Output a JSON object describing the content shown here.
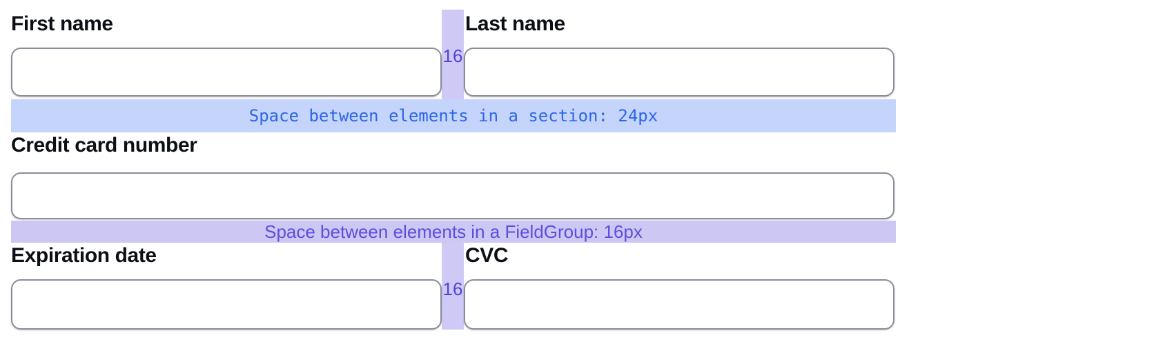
{
  "form": {
    "fields": [
      {
        "label": "First name",
        "value": ""
      },
      {
        "label": "Last name",
        "value": ""
      },
      {
        "label": "Credit card number",
        "value": ""
      },
      {
        "label": "Expiration date",
        "value": ""
      },
      {
        "label": "CVC",
        "value": ""
      }
    ]
  },
  "spacing_annotations": {
    "row1_gap": "16",
    "row3_gap": "16",
    "section": "Space between elements in a section: 24px",
    "fieldgroup": "Space between elements in a FieldGroup: 16px"
  },
  "colors": {
    "label_text": "#0c0f15",
    "input_border": "#8a8e99",
    "gap_highlight": "#cfc9f5",
    "gap_number_text": "#5144d8",
    "section_band_bg": "#c4d4fa",
    "section_band_text": "#2c66e8",
    "fieldgroup_band_bg": "#cdc7f4",
    "fieldgroup_band_text": "#5b4fdc"
  }
}
